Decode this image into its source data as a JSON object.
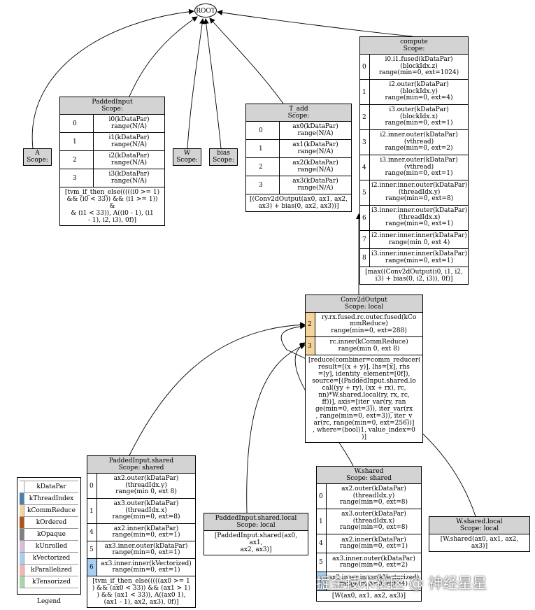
{
  "root_label": "ROOT",
  "simple_nodes": {
    "a": [
      "A",
      "Scope:"
    ],
    "w": [
      "W",
      "Scope:"
    ],
    "bias": [
      "bias",
      "Scope:"
    ]
  },
  "padded_input": {
    "title": "PaddedInput",
    "scope": "Scope:",
    "rows": [
      {
        "idx": "0",
        "l1": "i0(kDataPar)",
        "l2": "range(N/A)"
      },
      {
        "idx": "1",
        "l1": "i1(kDataPar)",
        "l2": "range(N/A)"
      },
      {
        "idx": "2",
        "l1": "i2(kDataPar)",
        "l2": "range(N/A)"
      },
      {
        "idx": "3",
        "l1": "i3(kDataPar)",
        "l2": "range(N/A)"
      }
    ],
    "body": [
      "[tvm_if_then_else(((((i0 >= 1)",
      "&& (i0 < 33)) && (i1 >= 1)) &",
      "& (i1 < 33)), A((i0 - 1), (i1",
      "- 1), i2, i3), 0f)]"
    ]
  },
  "t_add": {
    "title": "T_add",
    "scope": "Scope:",
    "rows": [
      {
        "idx": "0",
        "l1": "ax0(kDataPar)",
        "l2": "range(N/A)"
      },
      {
        "idx": "1",
        "l1": "ax1(kDataPar)",
        "l2": "range(N/A)"
      },
      {
        "idx": "2",
        "l1": "ax2(kDataPar)",
        "l2": "range(N/A)"
      },
      {
        "idx": "3",
        "l1": "ax3(kDataPar)",
        "l2": "range(N/A)"
      }
    ],
    "body": [
      "[(Conv2dOutput(ax0, ax1, ax2,",
      "ax3) + bias(0, ax2, ax3))]"
    ]
  },
  "compute": {
    "title": "compute",
    "scope": "Scope:",
    "rows": [
      {
        "idx": "0",
        "l1": "i0.i1.fused(kDataPar)",
        "l2": "(blockIdx.z)",
        "l3": "range(min=0, ext=1024)"
      },
      {
        "idx": "1",
        "l1": "i2.outer(kDataPar)",
        "l2": "(blockIdx.y)",
        "l3": "range(min=0, ext=4)"
      },
      {
        "idx": "2",
        "l1": "i3.outer(kDataPar)",
        "l2": "(blockIdx.x)",
        "l3": "range(min=0, ext=1)"
      },
      {
        "idx": "3",
        "l1": "i2.inner.outer(kDataPar)",
        "l2": "(vthread)",
        "l3": "range(min=0, ext=2)"
      },
      {
        "idx": "4",
        "l1": "i3.inner.outer(kDataPar)",
        "l2": "(vthread)",
        "l3": "range(min=0, ext=1)"
      },
      {
        "idx": "5",
        "l1": "i2.inner.inner.outer(kDataPar)",
        "l2": "(threadIdx.y)",
        "l3": "range(min=0, ext=8)"
      },
      {
        "idx": "6",
        "l1": "i3.inner.inner.outer(kDataPar)",
        "l2": "(threadIdx.x)",
        "l3": "range(min=0, ext=1)"
      },
      {
        "idx": "7",
        "l1": "i2.inner.inner.inner(kDataPar)",
        "l2": "range(min   0, ext   4)"
      },
      {
        "idx": "8",
        "l1": "i3.inner.inner.inner(kDataPar)",
        "l2": "range(min=0, ext=1)"
      }
    ],
    "body": [
      "[max((Conv2dOutput(i0, i1, i2,",
      "i3) + bias(0, i2, i3)), 0f)]"
    ]
  },
  "conv": {
    "title": "Conv2dOutput",
    "scope": "Scope: local",
    "rows": [
      {
        "idx": "2",
        "l1": "ry.rx.fused.rc.outer.fused(kCo",
        "l2": "mmReduce)",
        "l3": "range(min=0, ext=288)"
      },
      {
        "idx": "3",
        "l1": "rc.inner(kCommReduce)",
        "l2": "range(min   0, ext   8)"
      }
    ],
    "body": [
      "[reduce(combiner=comm_reducer(",
      "result=[(x + y)], lhs=[x], rhs",
      "=[y], identity_element=[0f]),",
      "source=[(PaddedInput.shared.lo",
      "cal((yy + ry), (xx + rx), rc,",
      "nn)*W.shared.local(ry, rx, rc,",
      "ff))], axis=[iter_var(ry, ran",
      "ge(min=0, ext=3)), iter_var(rx",
      ", range(min=0, ext=3)), iter_v",
      "ar(rc, range(min=0, ext=256))]",
      ", where=(bool)1, value_index=0",
      ")]"
    ]
  },
  "pis": {
    "title": "PaddedInput.shared",
    "scope": "Scope: shared",
    "rows": [
      {
        "idx": "0",
        "l1": "ax2.outer(kDataPar)",
        "l2": "(threadIdx.y)",
        "l3": "range(min   0, ext   8)"
      },
      {
        "idx": "1",
        "l1": "ax3.outer(kDataPar)",
        "l2": "(threadIdx.x)",
        "l3": "range(min=0, ext=8)"
      },
      {
        "idx": "4",
        "l1": "ax2.inner(kDataPar)",
        "l2": "range(min=0, ext=1)"
      },
      {
        "idx": "5",
        "l1": "ax3.inner.outer(kDataPar)",
        "l2": "range(min=0, ext=1)"
      },
      {
        "idx": "6",
        "l1": "ax3.inner.inner(kVectorized)",
        "l2": "range(min=0, ext=1)"
      }
    ],
    "body": [
      "[tvm_if_then_else(((((ax0 >= 1",
      ") && (ax0 < 33)) && (ax1 >   1)",
      ") && (ax1 < 33)), A((ax0   1),",
      "(ax1 - 1), ax2, ax3), 0f)]"
    ]
  },
  "pil": {
    "title": "PaddedInput.shared.local",
    "scope": "Scope: local",
    "body": [
      "[PaddedInput.shared(ax0, ax1,",
      "ax2, ax3)]"
    ]
  },
  "ws": {
    "title": "W.shared",
    "scope": "Scope: shared",
    "rows": [
      {
        "idx": "0",
        "l1": "ax2.outer(kDataPar)",
        "l2": "(threadIdx.y)",
        "l3": "range(min=0, ext=8)"
      },
      {
        "idx": "1",
        "l1": "ax3.outer(kDataPar)",
        "l2": "(threadIdx.x)",
        "l3": "range(min=0, ext=8)"
      },
      {
        "idx": "4",
        "l1": "ax2.inner(kDataPar)",
        "l2": "range(min=0, ext=1)"
      },
      {
        "idx": "5",
        "l1": "ax3.inner.outer(kDataPar)",
        "l2": "range(min=0, ext=2)"
      },
      {
        "idx": "6",
        "l1": "ax3.inner.inner(kVectorized)",
        "l2": "range(min=0, ext=4)"
      }
    ],
    "body": [
      "[W(ax0, ax1, ax2, ax3)]"
    ]
  },
  "wsl": {
    "title": "W.shared.local",
    "scope": "Scope: local",
    "body": [
      "[W.shared(ax0, ax1, ax2, ax3)]"
    ]
  },
  "legend": {
    "items": [
      {
        "label": "kDataPar",
        "color": "#ffffff"
      },
      {
        "label": "kThreadIndex",
        "color": "#4a7fb0"
      },
      {
        "label": "kCommReduce",
        "color": "#f5d49b"
      },
      {
        "label": "kOrdered",
        "color": "#b5520f"
      },
      {
        "label": "kOpaque",
        "color": "#7f7f7f"
      },
      {
        "label": "kUnrolled",
        "color": "#d8bfe0"
      },
      {
        "label": "kVectorized",
        "color": "#a9cff2"
      },
      {
        "label": "kParallelized",
        "color": "#f4b6b0"
      },
      {
        "label": "kTensorized",
        "color": "#a8d8a8"
      }
    ],
    "title": "Legend"
  },
  "colors": {
    "header": "#d3d3d3",
    "comm_reduce": "#f5d49b",
    "vectorized": "#a9cff2"
  },
  "watermark": "掘金技术社区 @ 神经星星"
}
